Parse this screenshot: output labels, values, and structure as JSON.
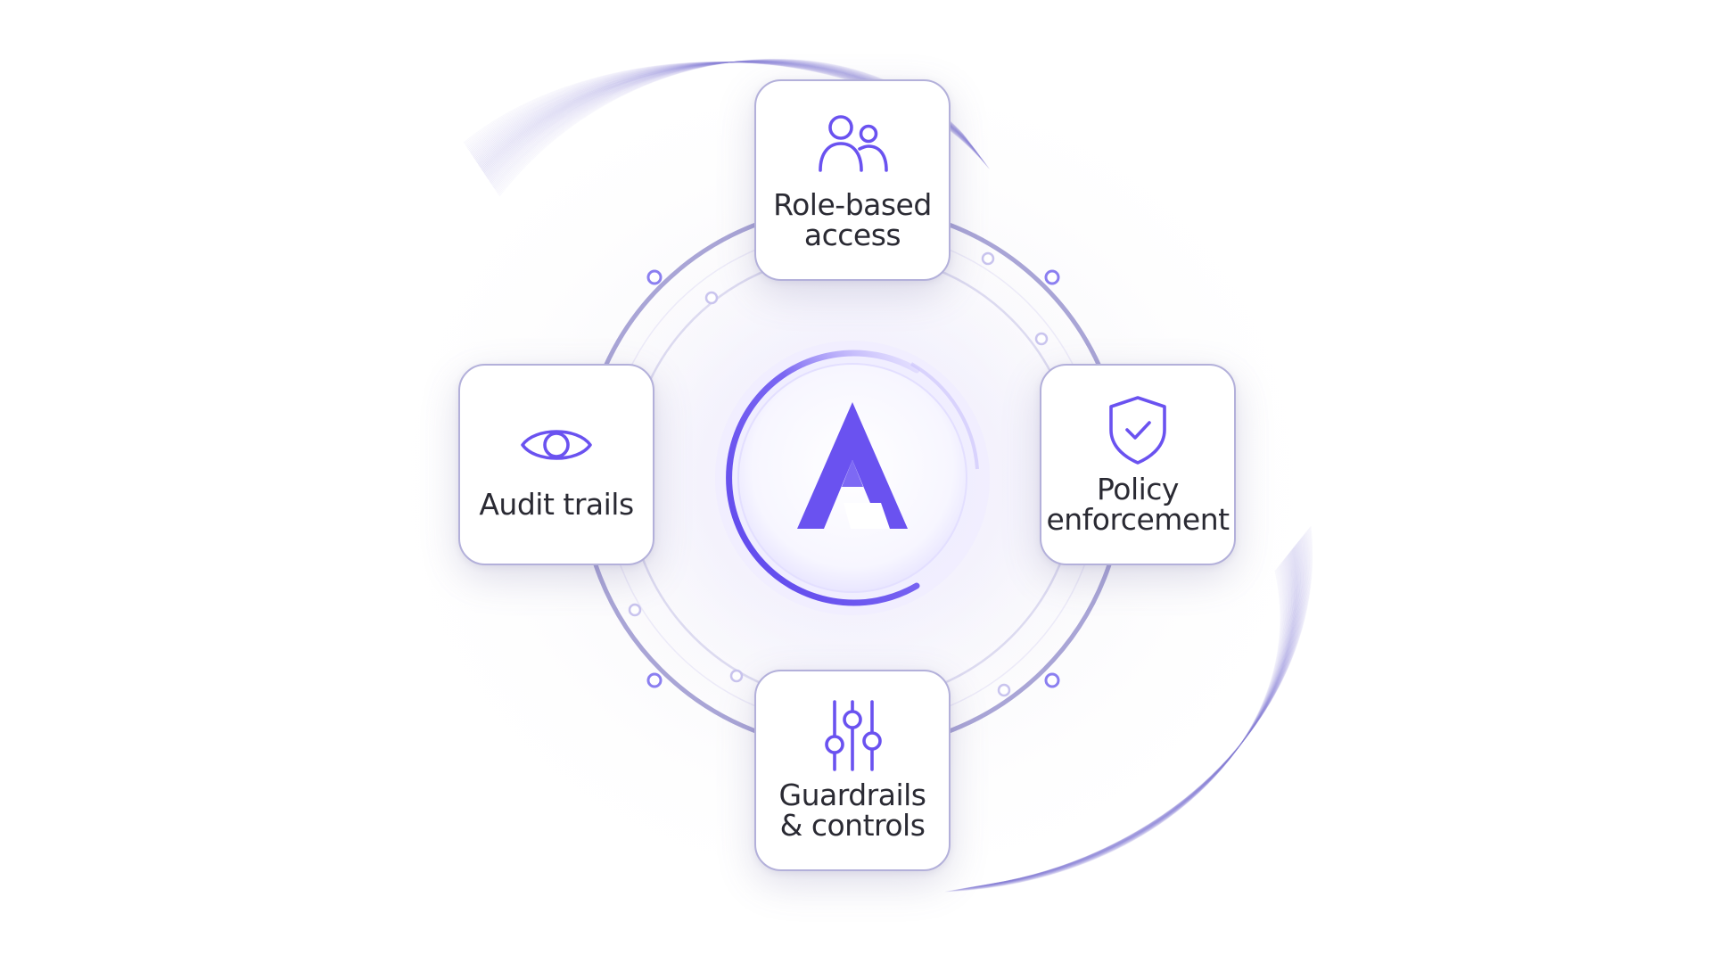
{
  "colors": {
    "accent": "#6a52f0",
    "ring": "#a9a5d6",
    "card_border": "#b3b0da",
    "text": "#2a2a33"
  },
  "center": {
    "logo_icon": "a-logo-icon"
  },
  "cards": {
    "top": {
      "label": "Role-based\naccess",
      "icon": "users-icon"
    },
    "right": {
      "label": "Policy\nenforcement",
      "icon": "shield-check-icon"
    },
    "bottom": {
      "label": "Guardrails\n& controls",
      "icon": "sliders-icon"
    },
    "left": {
      "label": "Audit trails",
      "icon": "eye-icon"
    }
  }
}
